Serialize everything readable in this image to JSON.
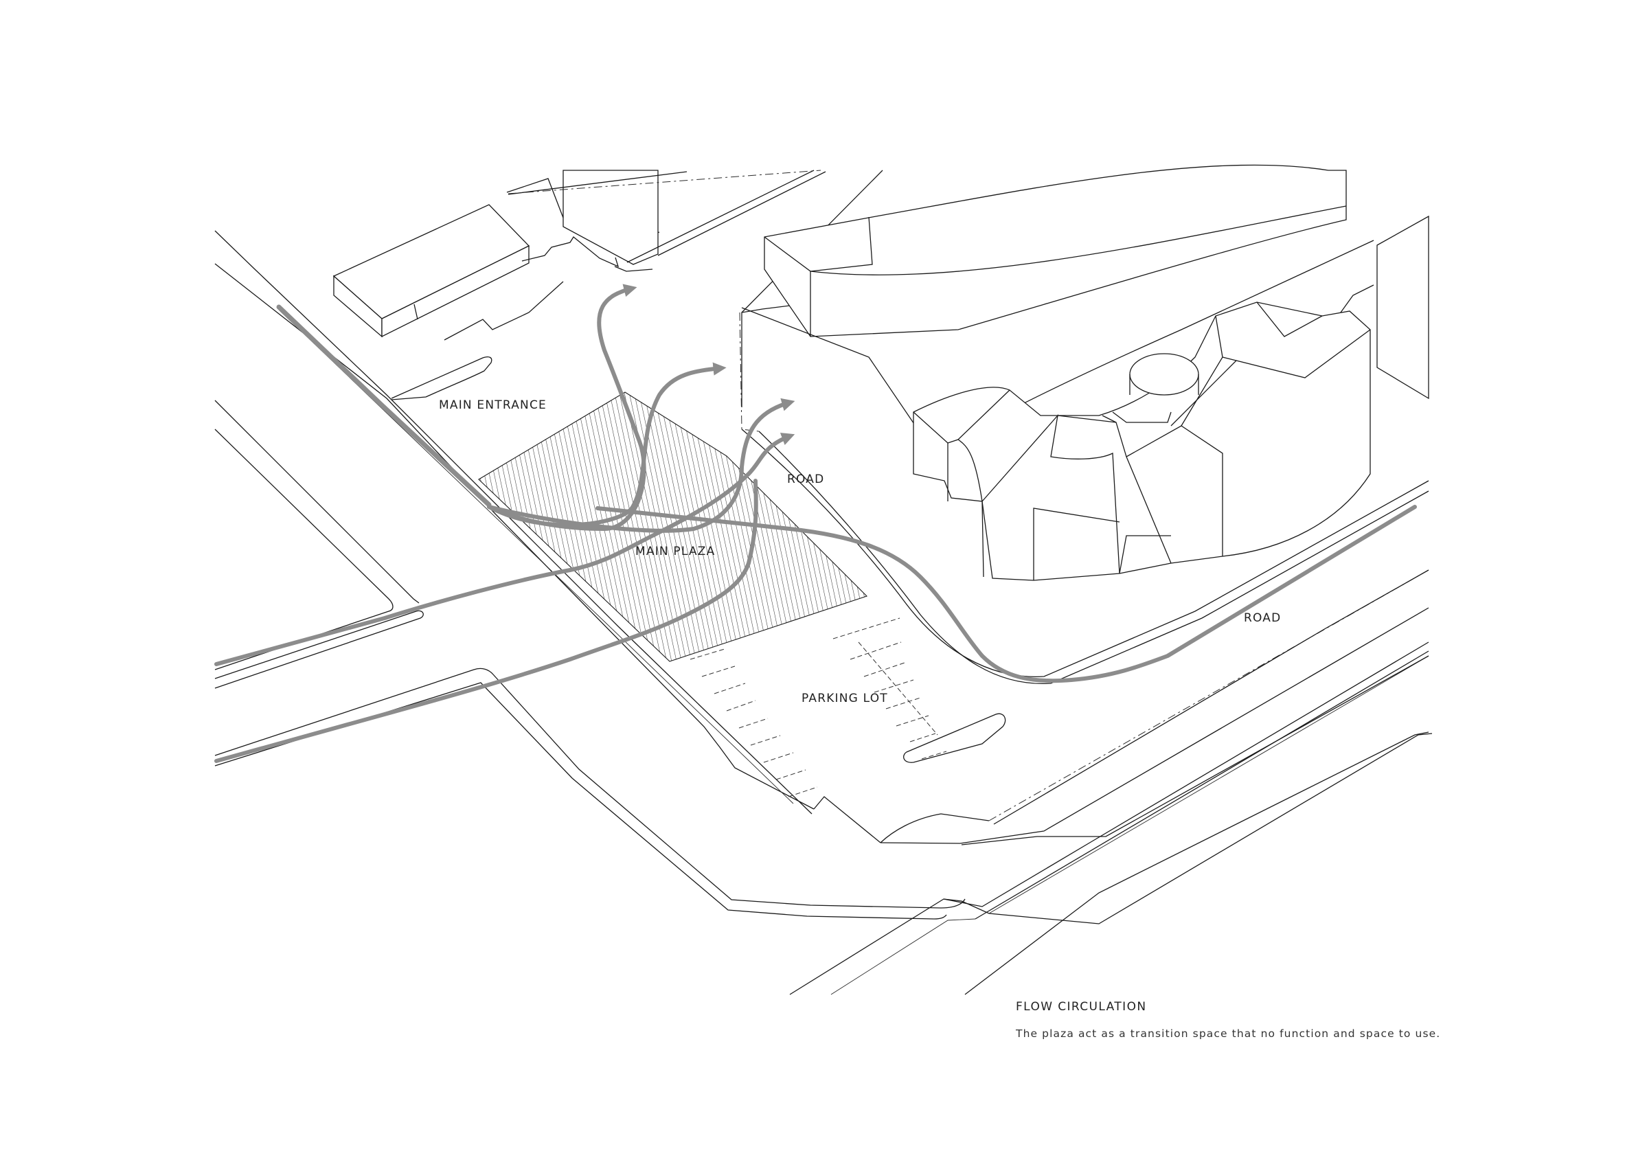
{
  "labels": {
    "main_entrance": "MAIN ENTRANCE",
    "road_upper": "ROAD",
    "main_plaza": "MAIN PLAZA",
    "road_lower": "ROAD",
    "parking_lot": "PARKING LOT"
  },
  "caption": {
    "title": "FLOW CIRCULATION",
    "text": "The plaza act as a transition space that no function and space to use."
  },
  "colors": {
    "line": "#1a1a1a",
    "flow_arrow": "#8c8c8c",
    "hatch": "#3a3a3a",
    "background": "#ffffff"
  }
}
